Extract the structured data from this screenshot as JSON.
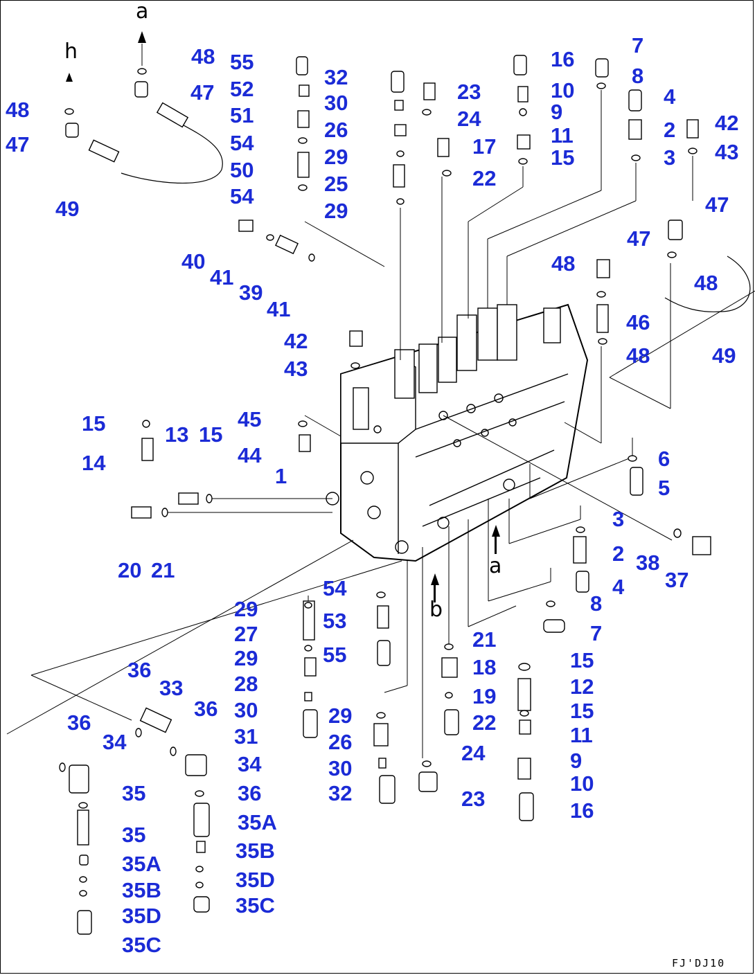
{
  "drawing_code": "FJ'DJ10",
  "view_letters": [
    "a",
    "h",
    "a",
    "b"
  ],
  "callouts": [
    "48",
    "47",
    "48",
    "47",
    "49",
    "55",
    "52",
    "51",
    "54",
    "50",
    "54",
    "32",
    "30",
    "26",
    "29",
    "25",
    "29",
    "23",
    "24",
    "17",
    "22",
    "16",
    "10",
    "9",
    "11",
    "15",
    "7",
    "8",
    "4",
    "2",
    "3",
    "42",
    "43",
    "47",
    "47",
    "48",
    "48",
    "46",
    "48",
    "49",
    "40",
    "41",
    "39",
    "41",
    "42",
    "43",
    "15",
    "14",
    "13",
    "15",
    "45",
    "44",
    "1",
    "20",
    "21",
    "6",
    "5",
    "3",
    "2",
    "4",
    "8",
    "7",
    "38",
    "37",
    "29",
    "27",
    "29",
    "28",
    "30",
    "31",
    "54",
    "53",
    "55",
    "21",
    "18",
    "19",
    "22",
    "24",
    "23",
    "29",
    "26",
    "30",
    "32",
    "15",
    "12",
    "15",
    "11",
    "9",
    "10",
    "16",
    "36",
    "33",
    "36",
    "36",
    "34",
    "34",
    "36",
    "35",
    "35",
    "35A",
    "35A",
    "35B",
    "35B",
    "35D",
    "35D",
    "35C",
    "35C"
  ]
}
